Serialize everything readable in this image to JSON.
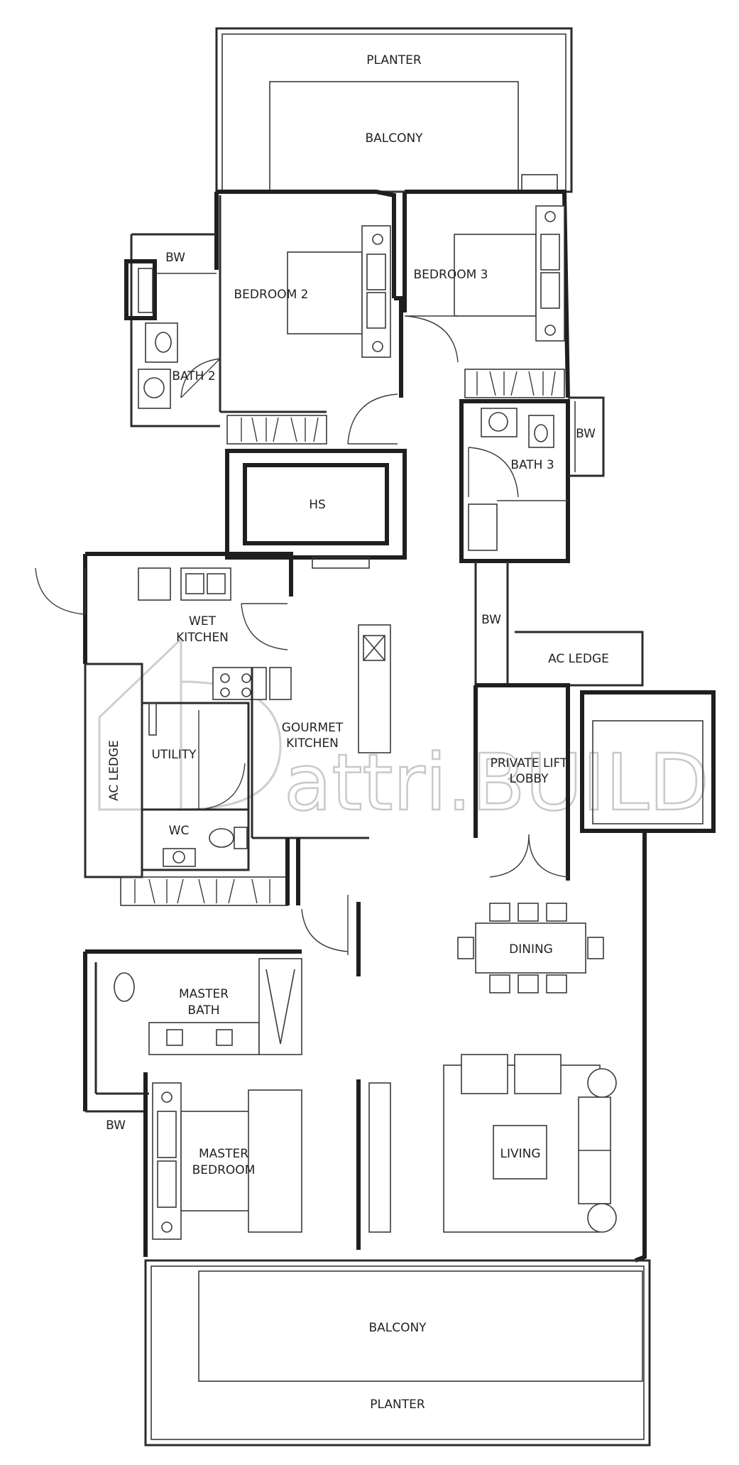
{
  "rooms": {
    "planter_top": "PLANTER",
    "balcony_top": "BALCONY",
    "bw_left": "BW",
    "bedroom2": "BEDROOM 2",
    "bedroom3": "BEDROOM 3",
    "bath2": "BATH 2",
    "bath3": "BATH 3",
    "bw_right": "BW",
    "hs": "HS",
    "wet_kitchen_1": "WET",
    "wet_kitchen_2": "KITCHEN",
    "bw_mid": "BW",
    "ac_ledge_right": "AC LEDGE",
    "ac_ledge_left": "AC LEDGE",
    "utility": "UTILITY",
    "gourmet_1": "GOURMET",
    "gourmet_2": "KITCHEN",
    "lift_1": "PRIVATE LIFT",
    "lift_2": "LOBBY",
    "wc": "WC",
    "dining": "DINING",
    "master_bath_1": "MASTER",
    "master_bath_2": "BATH",
    "bw_bottom": "BW",
    "master_bed_1": "MASTER",
    "master_bed_2": "BEDROOM",
    "living": "LIVING",
    "balcony_bottom": "BALCONY",
    "planter_bottom": "PLANTER"
  },
  "watermark": {
    "text": "attri.BUILD"
  }
}
